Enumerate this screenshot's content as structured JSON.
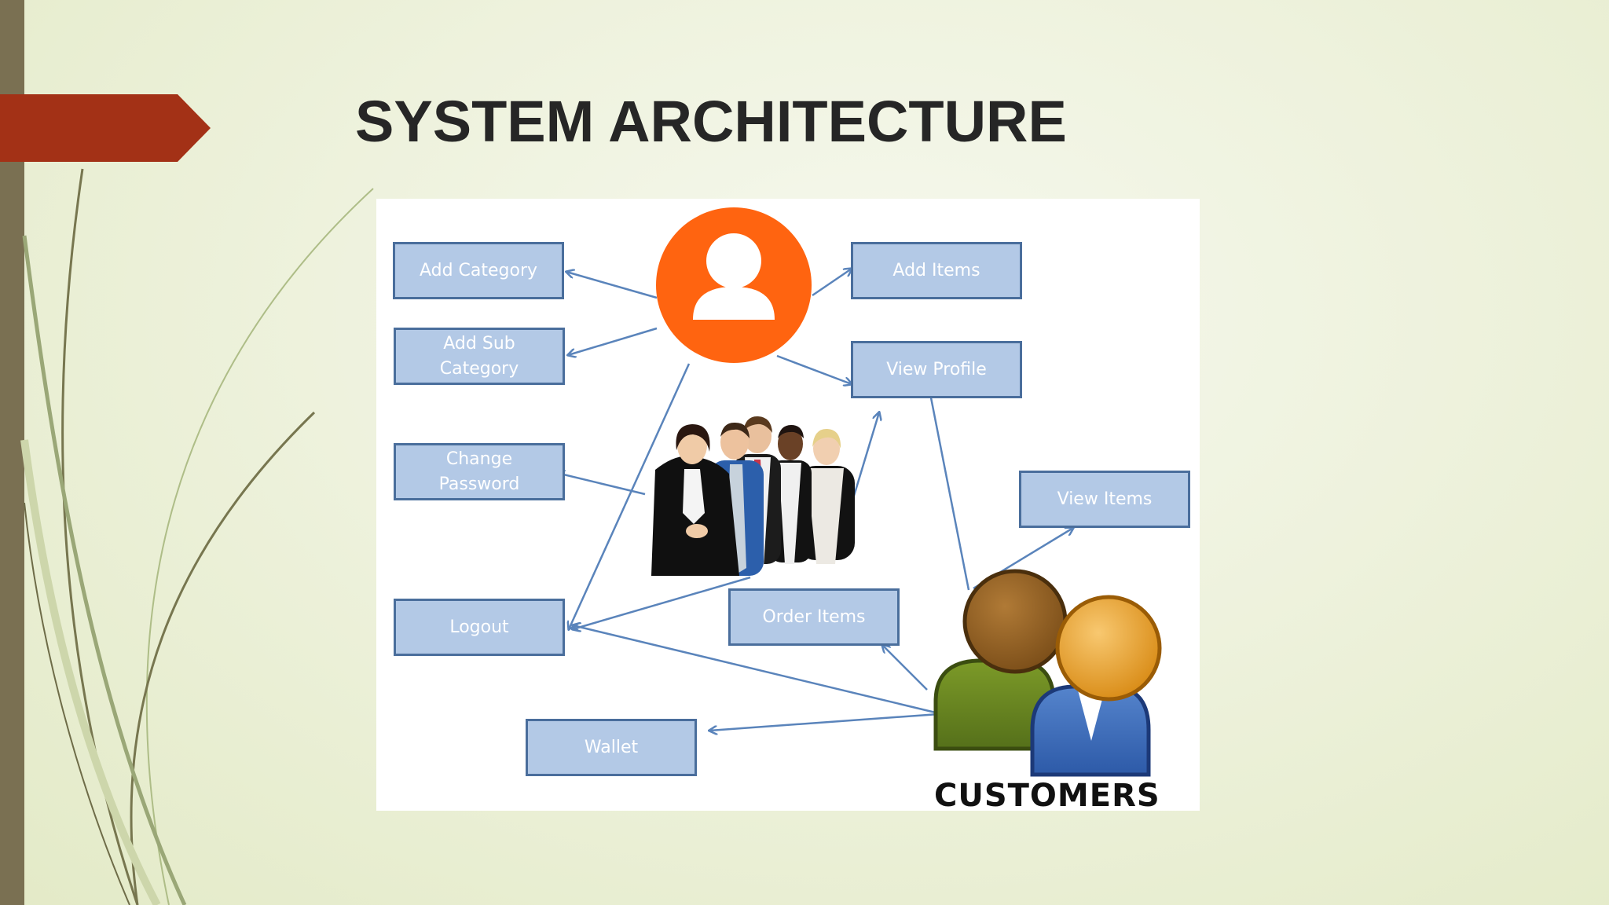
{
  "slide": {
    "title": "SYSTEM ARCHITECTURE",
    "colors": {
      "accent": "#a33116",
      "sidebar": "#7a7052",
      "background": "#eef2dd"
    }
  },
  "diagram": {
    "boxes": {
      "add_category": "Add Category",
      "add_sub_category": "Add Sub Category",
      "change_password": "Change Password",
      "logout": "Logout",
      "wallet": "Wallet",
      "add_items": "Add Items",
      "view_profile": "View Profile",
      "view_items": "View Items",
      "order_items": "Order Items"
    },
    "customers_label": "CUSTOMERS",
    "icons": {
      "admin": "admin-user-icon",
      "team": "team-photo",
      "customers": "customers-icon"
    },
    "colors": {
      "box_fill": "#b3c9e6",
      "box_border": "#4a6e9c",
      "arrow": "#5a84bb",
      "admin_circle": "#ff6410"
    }
  }
}
